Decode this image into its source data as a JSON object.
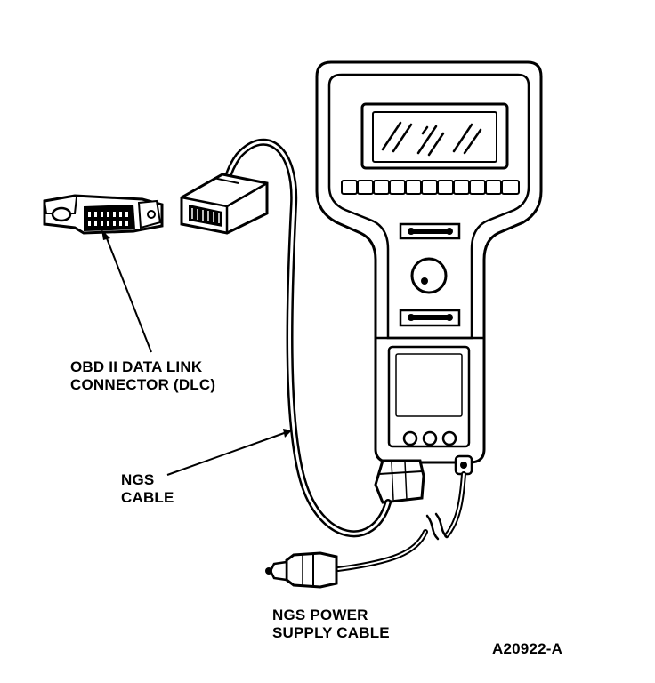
{
  "labels": {
    "dlc": {
      "line1": "OBD II DATA LINK",
      "line2": "CONNECTOR (DLC)"
    },
    "ngs_cable": {
      "line1": "NGS",
      "line2": "CABLE"
    },
    "power_cable": {
      "line1": "NGS POWER",
      "line2": "SUPPLY CABLE"
    },
    "figure_id": "A20922-A"
  },
  "colors": {
    "ink": "#000000",
    "paper": "#ffffff"
  }
}
